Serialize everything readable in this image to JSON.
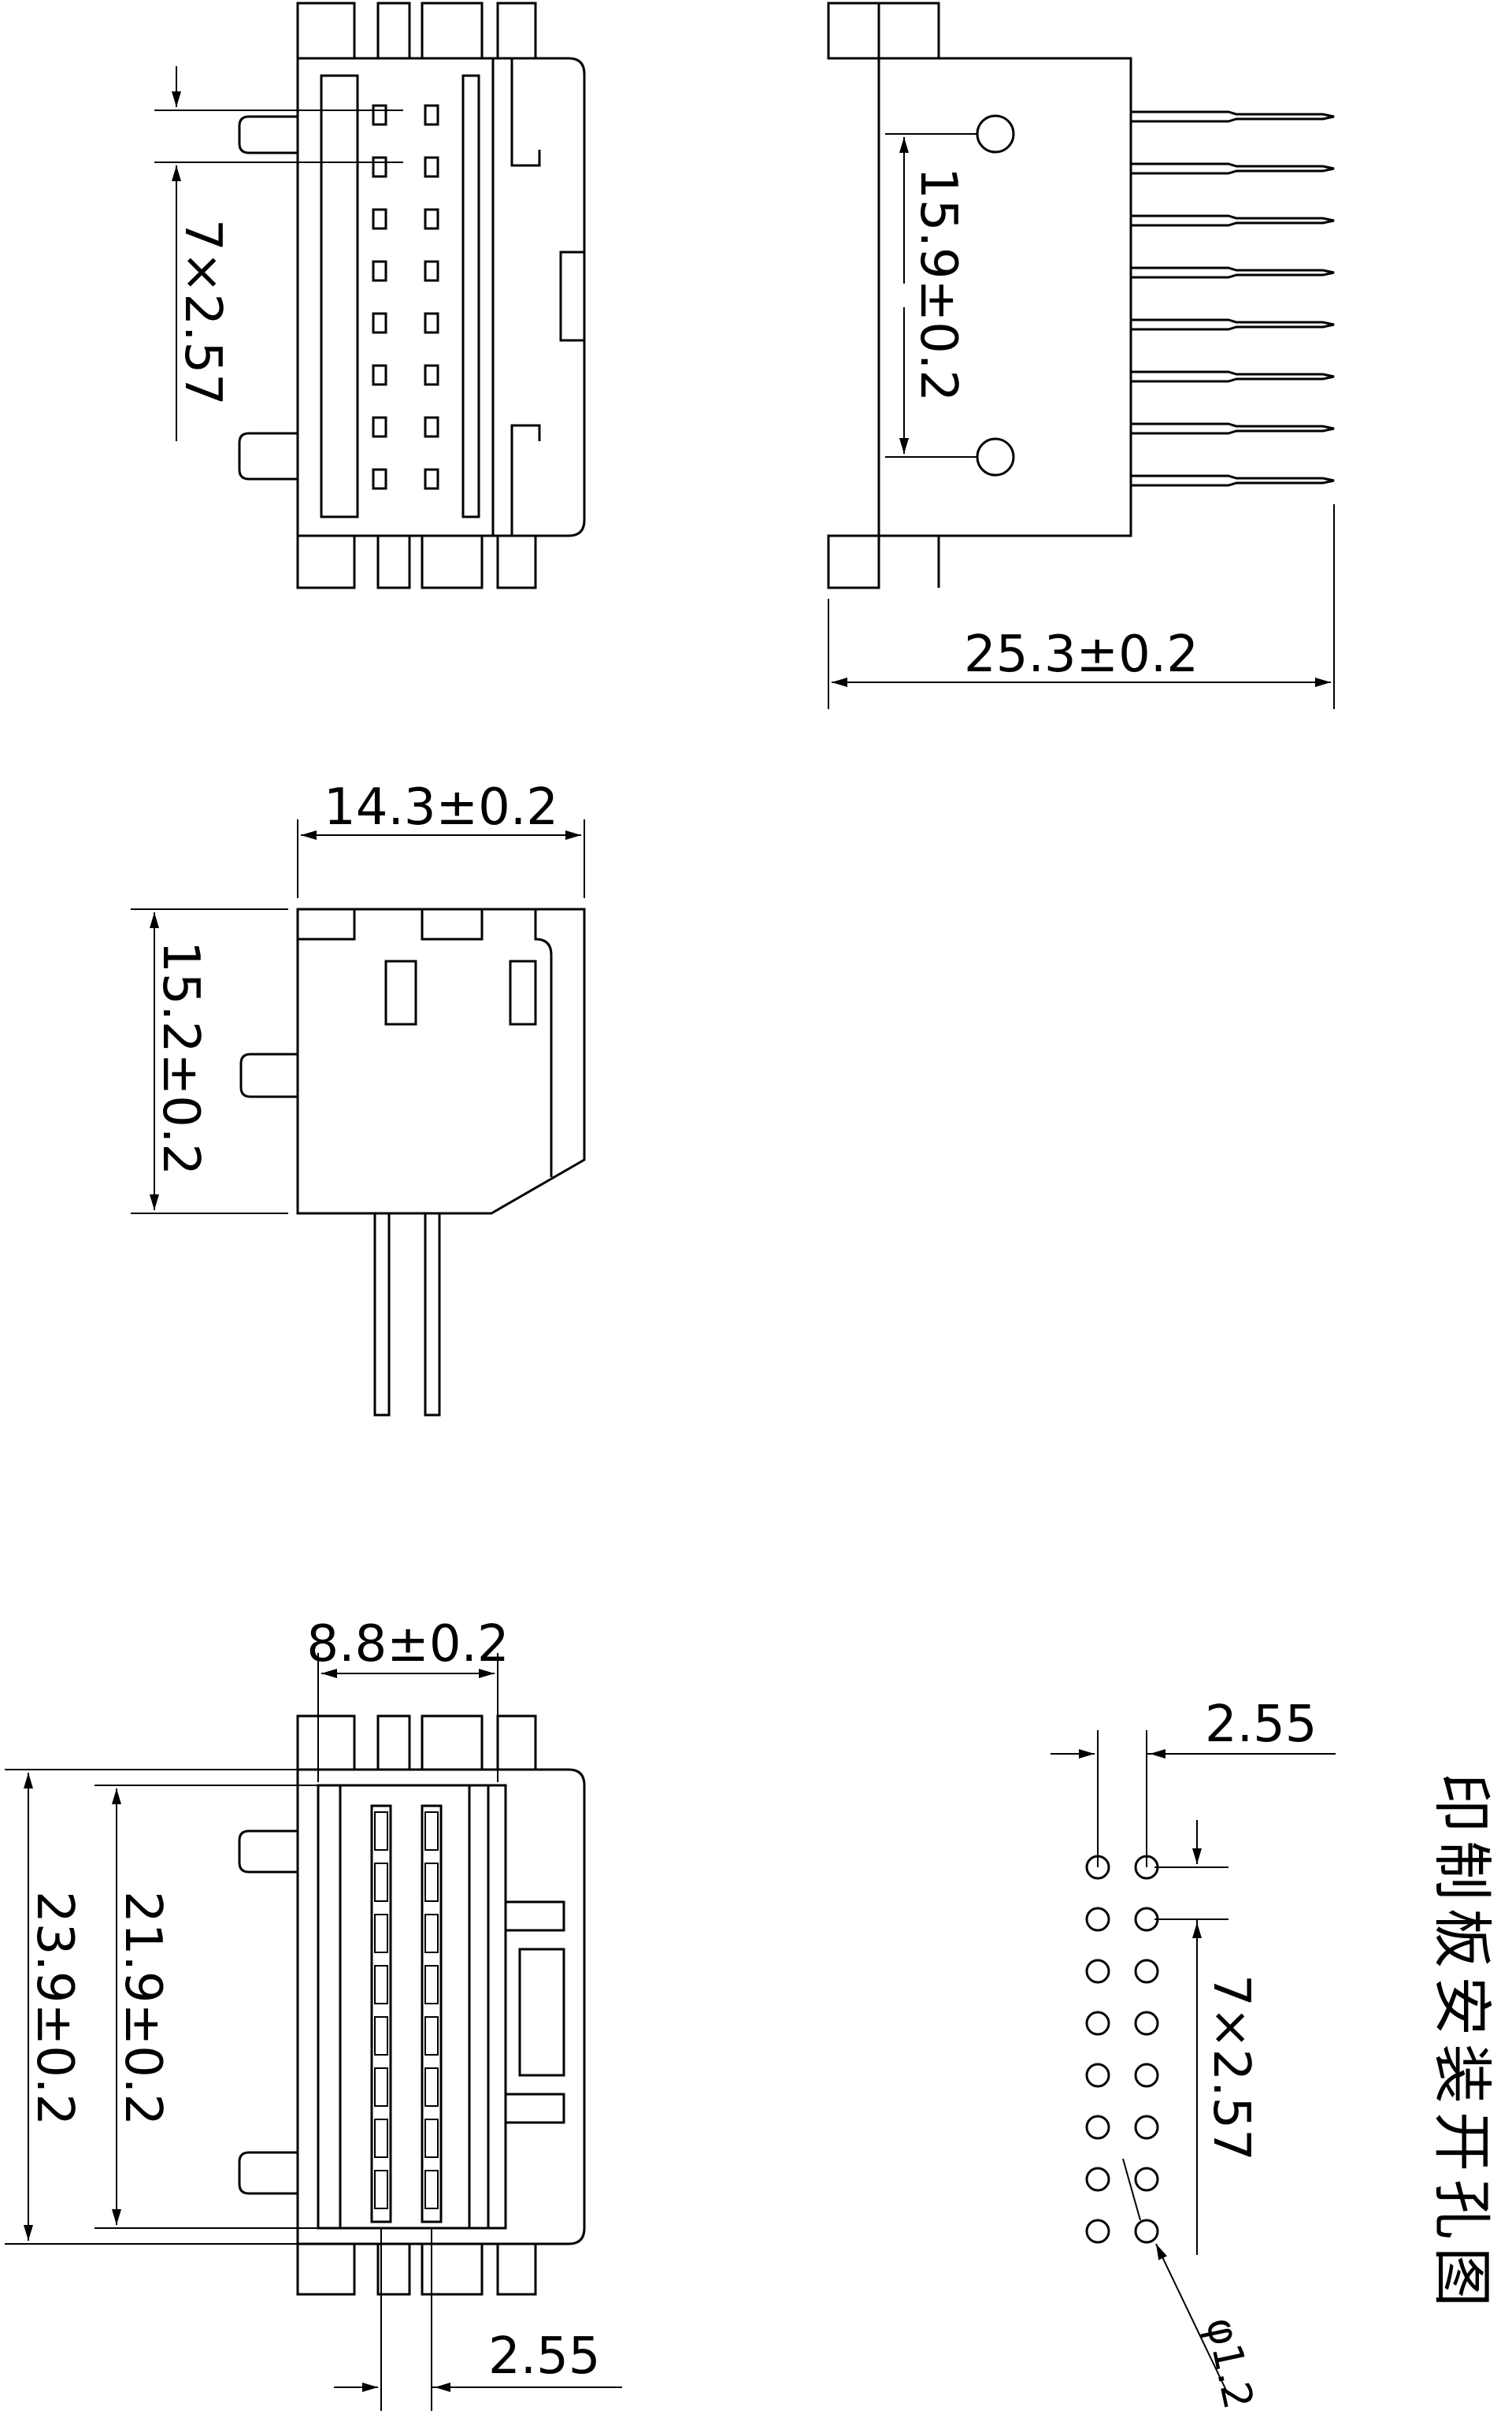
{
  "top_view": {
    "pitch_label": "7×2.57"
  },
  "side_view": {
    "hole_spacing_label": "15.9±0.2",
    "length_label": "25.3±0.2"
  },
  "front_view": {
    "width_label": "14.3±0.2",
    "height_label": "15.2±0.2"
  },
  "bottom_view": {
    "span_label": "8.8±0.2",
    "inner_length_label": "21.9±0.2",
    "outer_length_label": "23.9±0.2",
    "pitch_label": "2.55"
  },
  "pcb_layout": {
    "title": "印制板安装开孔图",
    "row_spacing_label": "2.55",
    "pitch_label": "7×2.57",
    "hole_diameter_label": "φ1.2"
  },
  "colors": {
    "line": "#000000",
    "background": "#ffffff"
  }
}
